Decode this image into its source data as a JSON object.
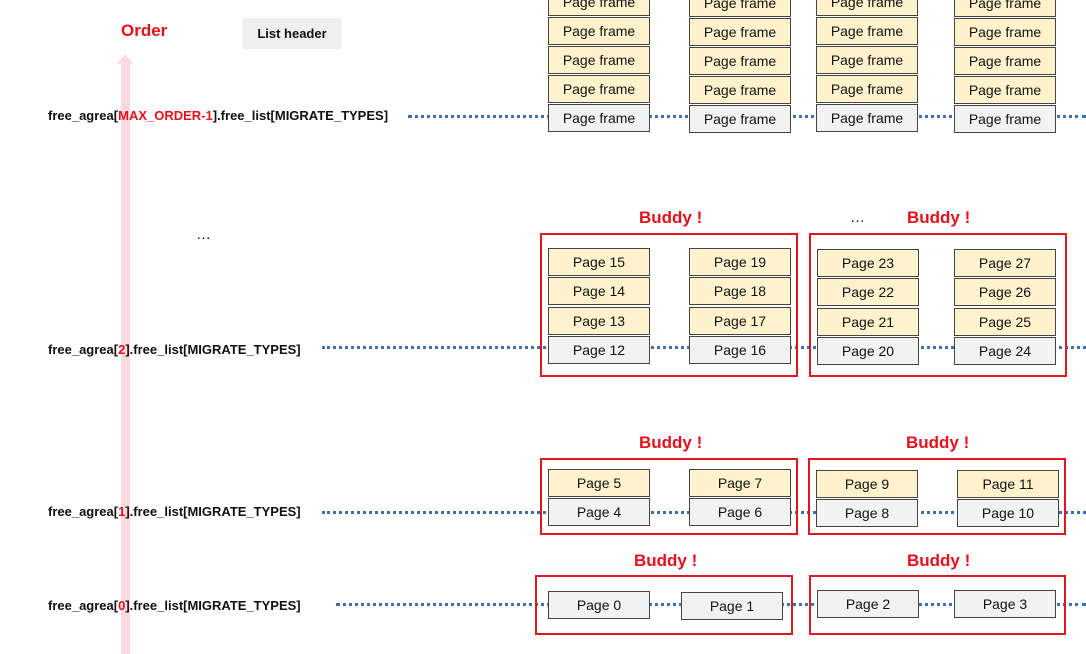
{
  "order_label": "Order",
  "list_header": "List header",
  "rows": {
    "top": {
      "prefix": "free_agrea[",
      "index": "MAX_ORDER-1",
      "suffix": "].free_list[MIGRATE_TYPES]"
    },
    "r2": {
      "prefix": "free_agrea[",
      "index": "2",
      "suffix": "].free_list[MIGRATE_TYPES]"
    },
    "r1": {
      "prefix": "free_agrea[",
      "index": "1",
      "suffix": "].free_list[MIGRATE_TYPES]"
    },
    "r0": {
      "prefix": "free_agrea[",
      "index": "0",
      "suffix": "].free_list[MIGRATE_TYPES]"
    }
  },
  "ellipsis": "…",
  "buddy_label": "Buddy !",
  "page_frame_label": "Page frame",
  "pages": {
    "p0": "Page 0",
    "p1": "Page 1",
    "p2": "Page 2",
    "p3": "Page 3",
    "p4": "Page 4",
    "p5": "Page 5",
    "p6": "Page 6",
    "p7": "Page 7",
    "p8": "Page 8",
    "p9": "Page 9",
    "p10": "Page 10",
    "p11": "Page 11",
    "p12": "Page 12",
    "p13": "Page 13",
    "p14": "Page 14",
    "p15": "Page 15",
    "p16": "Page 16",
    "p17": "Page 17",
    "p18": "Page 18",
    "p19": "Page 19",
    "p20": "Page 20",
    "p21": "Page 21",
    "p22": "Page 22",
    "p23": "Page 23",
    "p24": "Page 24",
    "p25": "Page 25",
    "p26": "Page 26",
    "p27": "Page 27"
  },
  "colors": {
    "accent": "#e8101c",
    "frame": "#e3161f",
    "link": "#3b6fb6",
    "page_fill": "#fff2cc",
    "head_fill": "#f2f2f2",
    "order_arrow": "#fbd9dc"
  }
}
